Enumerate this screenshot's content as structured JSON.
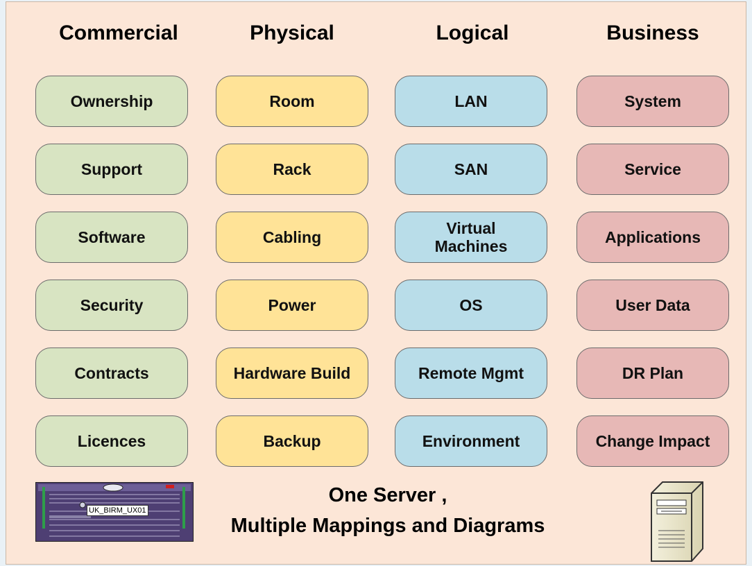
{
  "columns": [
    {
      "heading": "Commercial",
      "items": [
        "Ownership",
        "Support",
        "Software",
        "Security",
        "Contracts",
        "Licences"
      ]
    },
    {
      "heading": "Physical",
      "items": [
        "Room",
        "Rack",
        "Cabling",
        "Power",
        "Hardware Build",
        "Backup"
      ]
    },
    {
      "heading": "Logical",
      "items": [
        "LAN",
        "SAN",
        "Virtual\nMachines",
        "OS",
        "Remote Mgmt",
        "Environment"
      ]
    },
    {
      "heading": "Business",
      "items": [
        "System",
        "Service",
        "Applications",
        "User Data",
        "DR Plan",
        "Change Impact"
      ]
    }
  ],
  "footer": {
    "line1": "One Server ,",
    "line2": "Multiple Mappings and Diagrams"
  },
  "hardware_label": "UK_BIRM_UX01",
  "icons": {
    "server_rack": "rack-server-icon",
    "tower": "tower-server-icon"
  },
  "colors": {
    "commercial": "#d8e4c2",
    "physical": "#ffe397",
    "logical": "#b9dde9",
    "business": "#e7b8b6",
    "background": "#fce6d7"
  }
}
